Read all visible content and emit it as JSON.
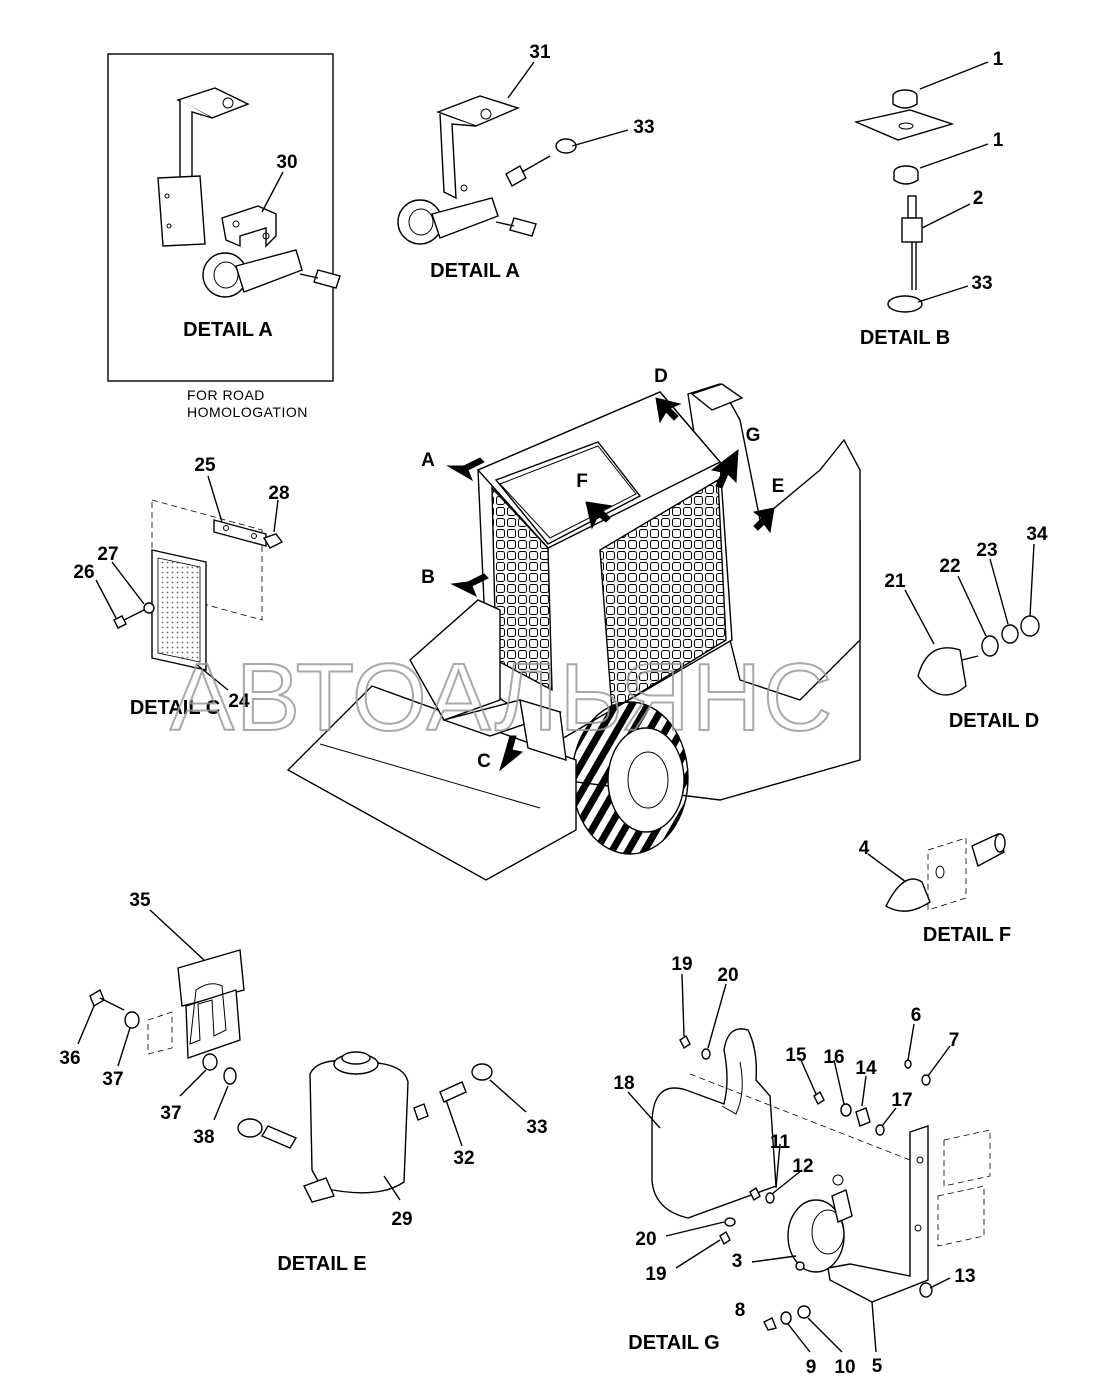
{
  "note": {
    "line1": "FOR ROAD",
    "line2": "HOMOLOGATION"
  },
  "details": {
    "a_boxed": "DETAIL A",
    "a": "DETAIL A",
    "b": "DETAIL B",
    "c": "DETAIL C",
    "d": "DETAIL D",
    "e": "DETAIL E",
    "f": "DETAIL F",
    "g": "DETAIL G"
  },
  "callouts": {
    "A": "A",
    "B": "B",
    "C": "C",
    "D": "D",
    "E": "E",
    "F": "F",
    "G": "G"
  },
  "parts": {
    "p1a": "1",
    "p1b": "1",
    "p2": "2",
    "p3": "3",
    "p4": "4",
    "p5": "5",
    "p6": "6",
    "p7": "7",
    "p8": "8",
    "p9": "9",
    "p10": "10",
    "p11": "11",
    "p12": "12",
    "p13": "13",
    "p14": "14",
    "p15": "15",
    "p16": "16",
    "p17": "17",
    "p18": "18",
    "p19a": "19",
    "p19b": "19",
    "p20a": "20",
    "p20b": "20",
    "p21": "21",
    "p22": "22",
    "p23": "23",
    "p24": "24",
    "p25": "25",
    "p26": "26",
    "p27": "27",
    "p28": "28",
    "p29": "29",
    "p30": "30",
    "p31": "31",
    "p32": "32",
    "p33a": "33",
    "p33b": "33",
    "p33c": "33",
    "p34": "34",
    "p35": "35",
    "p36": "36",
    "p37a": "37",
    "p37b": "37",
    "p38": "38"
  },
  "watermark": "АВТОАЛЬЯНС"
}
